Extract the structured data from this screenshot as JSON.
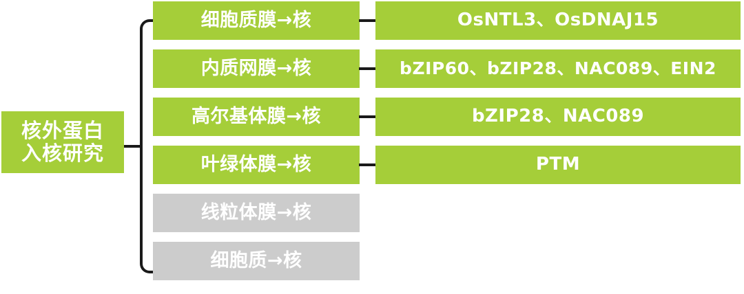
{
  "diagram": {
    "type": "tree",
    "root": {
      "label_lines": [
        "核外蛋白",
        "入核研究"
      ],
      "color": "#a5ce39",
      "text_color": "#ffffff"
    },
    "colors": {
      "active": "#a5ce39",
      "inactive": "#cccccc",
      "connector": "#1a1a1a",
      "label": "#ffffff",
      "background": "#ffffff"
    },
    "branches": [
      {
        "pathway": "细胞质膜→核",
        "state": "active",
        "proteins": "OsNTL3、OsDNAJ15",
        "has_proteins": true
      },
      {
        "pathway": "内质网膜→核",
        "state": "active",
        "proteins": "bZIP60、bZIP28、NAC089、EIN2",
        "has_proteins": true
      },
      {
        "pathway": "高尔基体膜→核",
        "state": "active",
        "proteins": "bZIP28、NAC089",
        "has_proteins": true
      },
      {
        "pathway": "叶绿体膜→核",
        "state": "active",
        "proteins": "PTM",
        "has_proteins": true
      },
      {
        "pathway": "线粒体膜→核",
        "state": "inactive",
        "proteins": "",
        "has_proteins": false
      },
      {
        "pathway": "细胞质→核",
        "state": "inactive",
        "proteins": "",
        "has_proteins": false
      }
    ]
  }
}
